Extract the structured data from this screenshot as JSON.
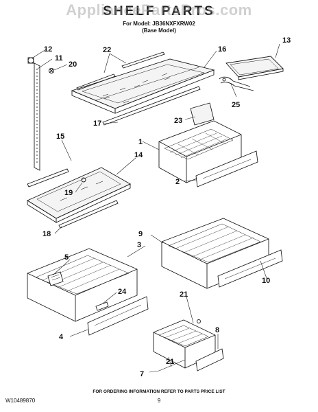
{
  "header": {
    "watermark": "AppliancePartsPros.com",
    "title": "SHELF PARTS",
    "model_line": "For Model: JB36NXFXRW02",
    "model_sub": "(Base Model)"
  },
  "footer": {
    "doc_number": "W10489870",
    "ordering_info": "FOR ORDERING INFORMATION REFER TO PARTS PRICE LIST",
    "page_number": "9"
  },
  "callouts": {
    "c1": "1",
    "c2": "2",
    "c3": "3",
    "c4": "4",
    "c5": "5",
    "c7": "7",
    "c8": "8",
    "c9": "9",
    "c10": "10",
    "c11": "11",
    "c12": "12",
    "c13": "13",
    "c14": "14",
    "c15": "15",
    "c16": "16",
    "c17": "17",
    "c18": "18",
    "c19": "19",
    "c20": "20",
    "c21a": "21",
    "c21b": "21",
    "c22": "22",
    "c23": "23",
    "c24": "24",
    "c25": "25"
  },
  "colors": {
    "line": "#1a1a1a",
    "glass": "#f4f4f4",
    "watermark": "#969696"
  }
}
